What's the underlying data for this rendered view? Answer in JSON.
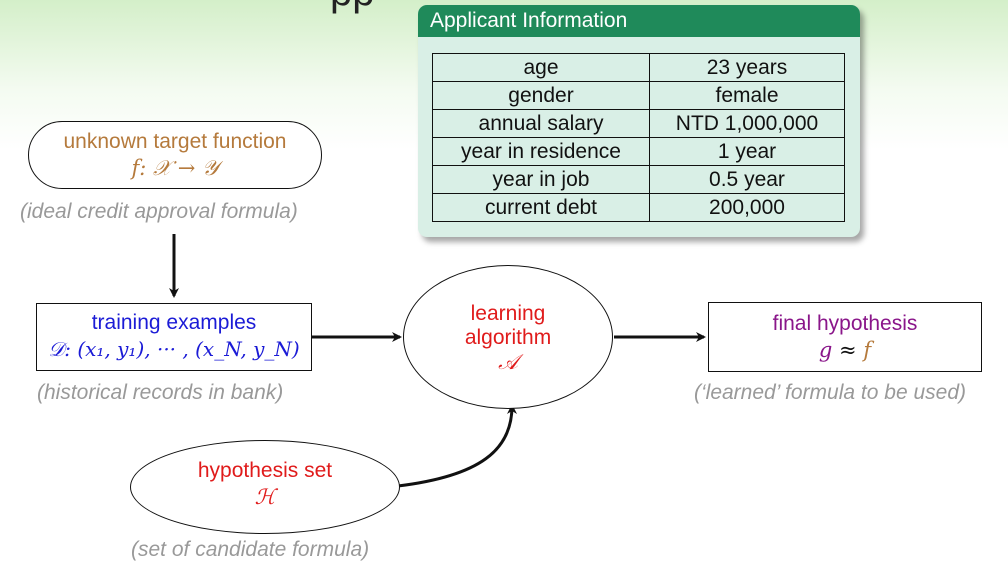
{
  "title_fragment": "pp",
  "applicant_info": {
    "header": "Applicant Information",
    "rows": [
      {
        "key": "age",
        "value": "23 years"
      },
      {
        "key": "gender",
        "value": "female"
      },
      {
        "key": "annual salary",
        "value": "NTD 1,000,000"
      },
      {
        "key": "year in residence",
        "value": "1 year"
      },
      {
        "key": "year in job",
        "value": "0.5 year"
      },
      {
        "key": "current debt",
        "value": "200,000"
      }
    ]
  },
  "target": {
    "label": "unknown target function",
    "formula": "f: 𝒳 → 𝒴",
    "caption": "(ideal credit approval formula)"
  },
  "training": {
    "label": "training examples",
    "formula": "𝒟: (x₁, y₁), ··· , (x_N, y_N)",
    "caption": "(historical records in bank)"
  },
  "algorithm": {
    "label_line1": "learning",
    "label_line2": "algorithm",
    "symbol": "𝒜"
  },
  "hypothesis_set": {
    "label": "hypothesis set",
    "symbol": "ℋ",
    "caption": "(set of candidate formula)"
  },
  "final": {
    "label": "final hypothesis",
    "formula_g": "g",
    "formula_approx": "≈",
    "formula_f": "f",
    "caption": "(‘learned’ formula to be used)"
  },
  "colors": {
    "card_header": "#1f8a5a",
    "card_body": "#d9efe6",
    "target_text": "#b57a3c",
    "training_text": "#1b1bd6",
    "algorithm_text": "#e01b1b",
    "final_text": "#8a168a",
    "caption_text": "#999999"
  }
}
